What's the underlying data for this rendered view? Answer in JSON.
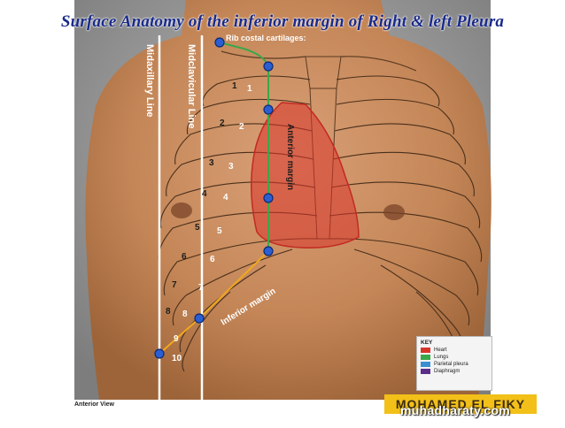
{
  "title": "Surface Anatomy of the inferior margin of Right & left Pleura",
  "labels": {
    "midaxillary": "Midaxillary Line",
    "midclavicular": "Midclavicular Line",
    "costal_cartilages": "Rib costal cartilages:",
    "anterior_margin": "Anterior margin",
    "inferior_margin": "Inferior margin",
    "anterior_view": "Anterior View"
  },
  "rib_numbers": [
    "1",
    "2",
    "3",
    "4",
    "5",
    "6",
    "7",
    "8",
    "9",
    "10"
  ],
  "key": {
    "title": "KEY",
    "items": [
      {
        "label": "Heart",
        "color": "#d9342b"
      },
      {
        "label": "Lungs",
        "color": "#3aa84a"
      },
      {
        "label": "Parietal pleura",
        "color": "#3b8fd1"
      },
      {
        "label": "Diaphragm",
        "color": "#5a2d8a"
      }
    ]
  },
  "logo_text": "MOHAMED EL FIKY",
  "site_text": "muhadharaty.com",
  "colors": {
    "skin": "#c98a5e",
    "title": "#1a2a8a",
    "pleura_line": "#f0a81e",
    "lung_line": "#3aa84a",
    "heart": "#d9342b",
    "marker": "#2b5fd1"
  }
}
